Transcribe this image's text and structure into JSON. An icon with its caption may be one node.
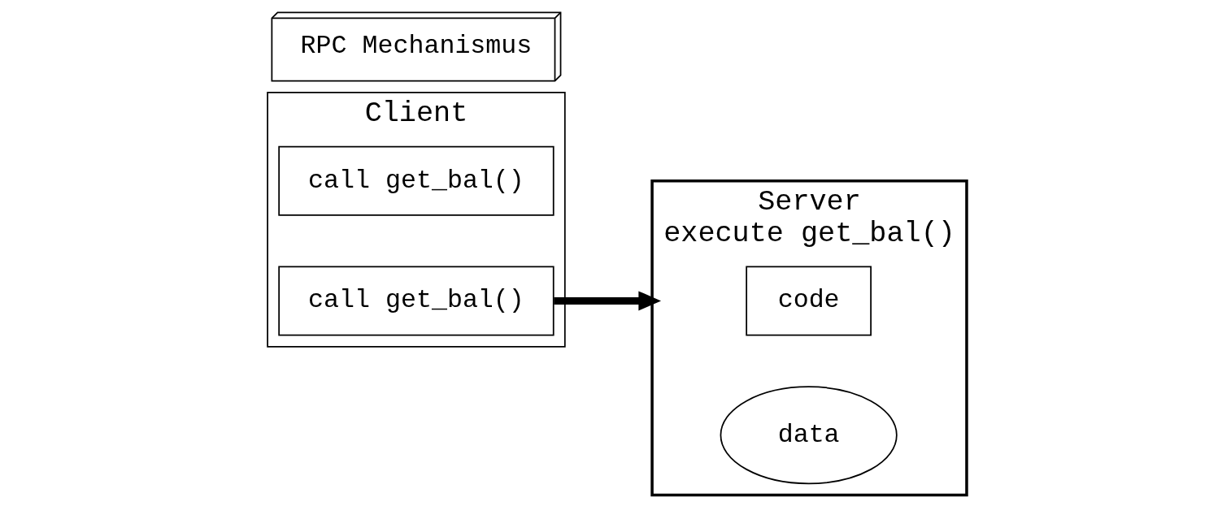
{
  "diagram": {
    "nodes": [
      {
        "text": [
          "Client"
        ]
      },
      {
        "text": [
          "call get_bal()"
        ],
        "in": 0
      },
      {
        "text": [
          "call get_bal()"
        ],
        "in": 0
      },
      {
        "text": [
          "Server",
          "execute get_bal()"
        ]
      },
      {
        "text": [
          "code"
        ],
        "in": 3
      },
      {
        "text": [
          "data"
        ],
        "in": 3
      },
      {
        "text": [
          "RPC Mechanismus"
        ]
      }
    ],
    "edges": [
      {
        "from": 2,
        "to": 3,
        "arrow": "to"
      }
    ]
  }
}
